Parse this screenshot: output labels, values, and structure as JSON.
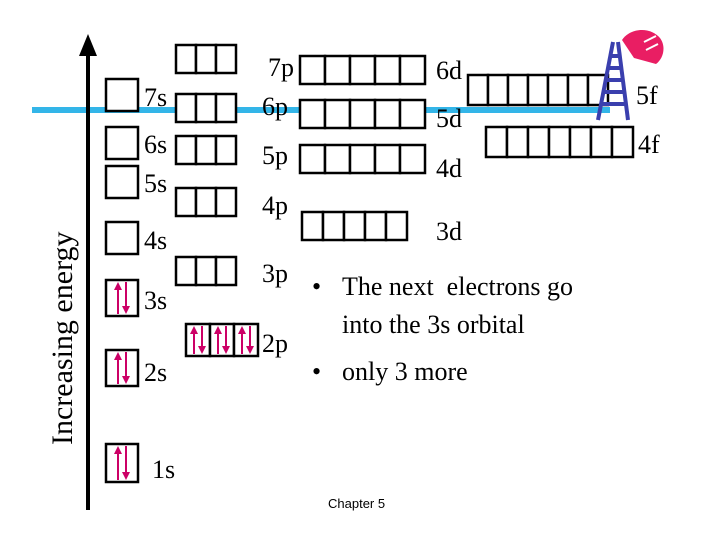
{
  "axis": {
    "title": "Increasing energy"
  },
  "colors": {
    "band": "#33b5e8",
    "arrow": "#cc0066",
    "ladder": "#3a3fae",
    "hand": "#e91e63"
  },
  "sublevels": {
    "s_labels": [
      "1s",
      "2s",
      "3s",
      "4s",
      "5s",
      "6s",
      "7s"
    ],
    "p_labels": [
      "2p",
      "3p",
      "4p",
      "5p",
      "6p",
      "7p"
    ],
    "d_labels": [
      "3d",
      "4d",
      "5d",
      "6d"
    ],
    "f_labels": [
      "4f",
      "5f"
    ]
  },
  "occupancy": {
    "1s": "paired",
    "2s": "paired",
    "3s": "paired",
    "2p": [
      "paired",
      "paired",
      "paired"
    ]
  },
  "bullets": [
    {
      "lines": [
        "The next  electrons go",
        "into the 3s orbital"
      ]
    },
    {
      "lines": [
        "only 3 more"
      ]
    }
  ],
  "footer": "Chapter 5"
}
